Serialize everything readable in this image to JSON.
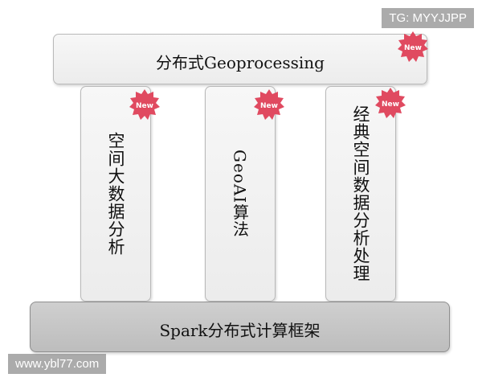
{
  "top_layer": {
    "label": "分布式Geoprocessing",
    "badge": "New"
  },
  "pillars": [
    {
      "label": "空间大数据分析",
      "badge": "New"
    },
    {
      "label": "GeoAI算法",
      "badge": "New"
    },
    {
      "label": "经典空间数据分析处理",
      "badge": "New"
    }
  ],
  "base_layer": {
    "label": "Spark分布式计算框架"
  },
  "watermarks": {
    "top": "TG: MYYJJPP",
    "bottom": "www.ybl77.com"
  },
  "colors": {
    "badge": "#e04a60",
    "box_fill": "#f1f1f1",
    "base_fill": "#c6c6c6"
  },
  "icons": {
    "badge": "new-badge-icon"
  }
}
